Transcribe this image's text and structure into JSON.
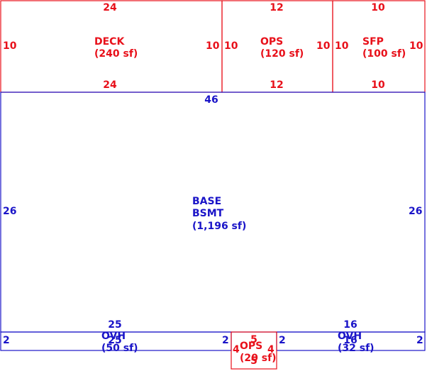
{
  "colors": {
    "red": "#e8101a",
    "blue": "#1a14c8"
  },
  "areas": {
    "deck": {
      "name": "DECK",
      "area": "(240 sf)",
      "dims": {
        "top": "24",
        "bottom": "24",
        "left": "10",
        "right": "10"
      }
    },
    "ops_top": {
      "name": "OPS",
      "area": "(120 sf)",
      "dims": {
        "top": "12",
        "bottom": "12",
        "left": "10",
        "right": "10"
      }
    },
    "sfp": {
      "name": "SFP",
      "area": "(100 sf)",
      "dims": {
        "top": "10",
        "bottom": "10",
        "left": "10",
        "right": "10"
      }
    },
    "basement": {
      "name_line1": "BASE",
      "name_line2": "BSMT",
      "area": "(1,196 sf)",
      "dims": {
        "top": "46",
        "left": "26",
        "right": "26"
      }
    },
    "ovh_left": {
      "name": "OVH",
      "area": "(50 sf)",
      "dims": {
        "top": "25",
        "bottom": "25",
        "left": "2",
        "right": "2"
      }
    },
    "ops_bottom": {
      "name": "OPS",
      "area": "(20 sf)",
      "dims": {
        "top": "5",
        "bottom": "5",
        "left": "4",
        "right": "4"
      }
    },
    "ovh_right": {
      "name": "OVH",
      "area": "(32 sf)",
      "dims": {
        "top": "16",
        "bottom": "16",
        "left": "2",
        "right": "2"
      }
    }
  }
}
